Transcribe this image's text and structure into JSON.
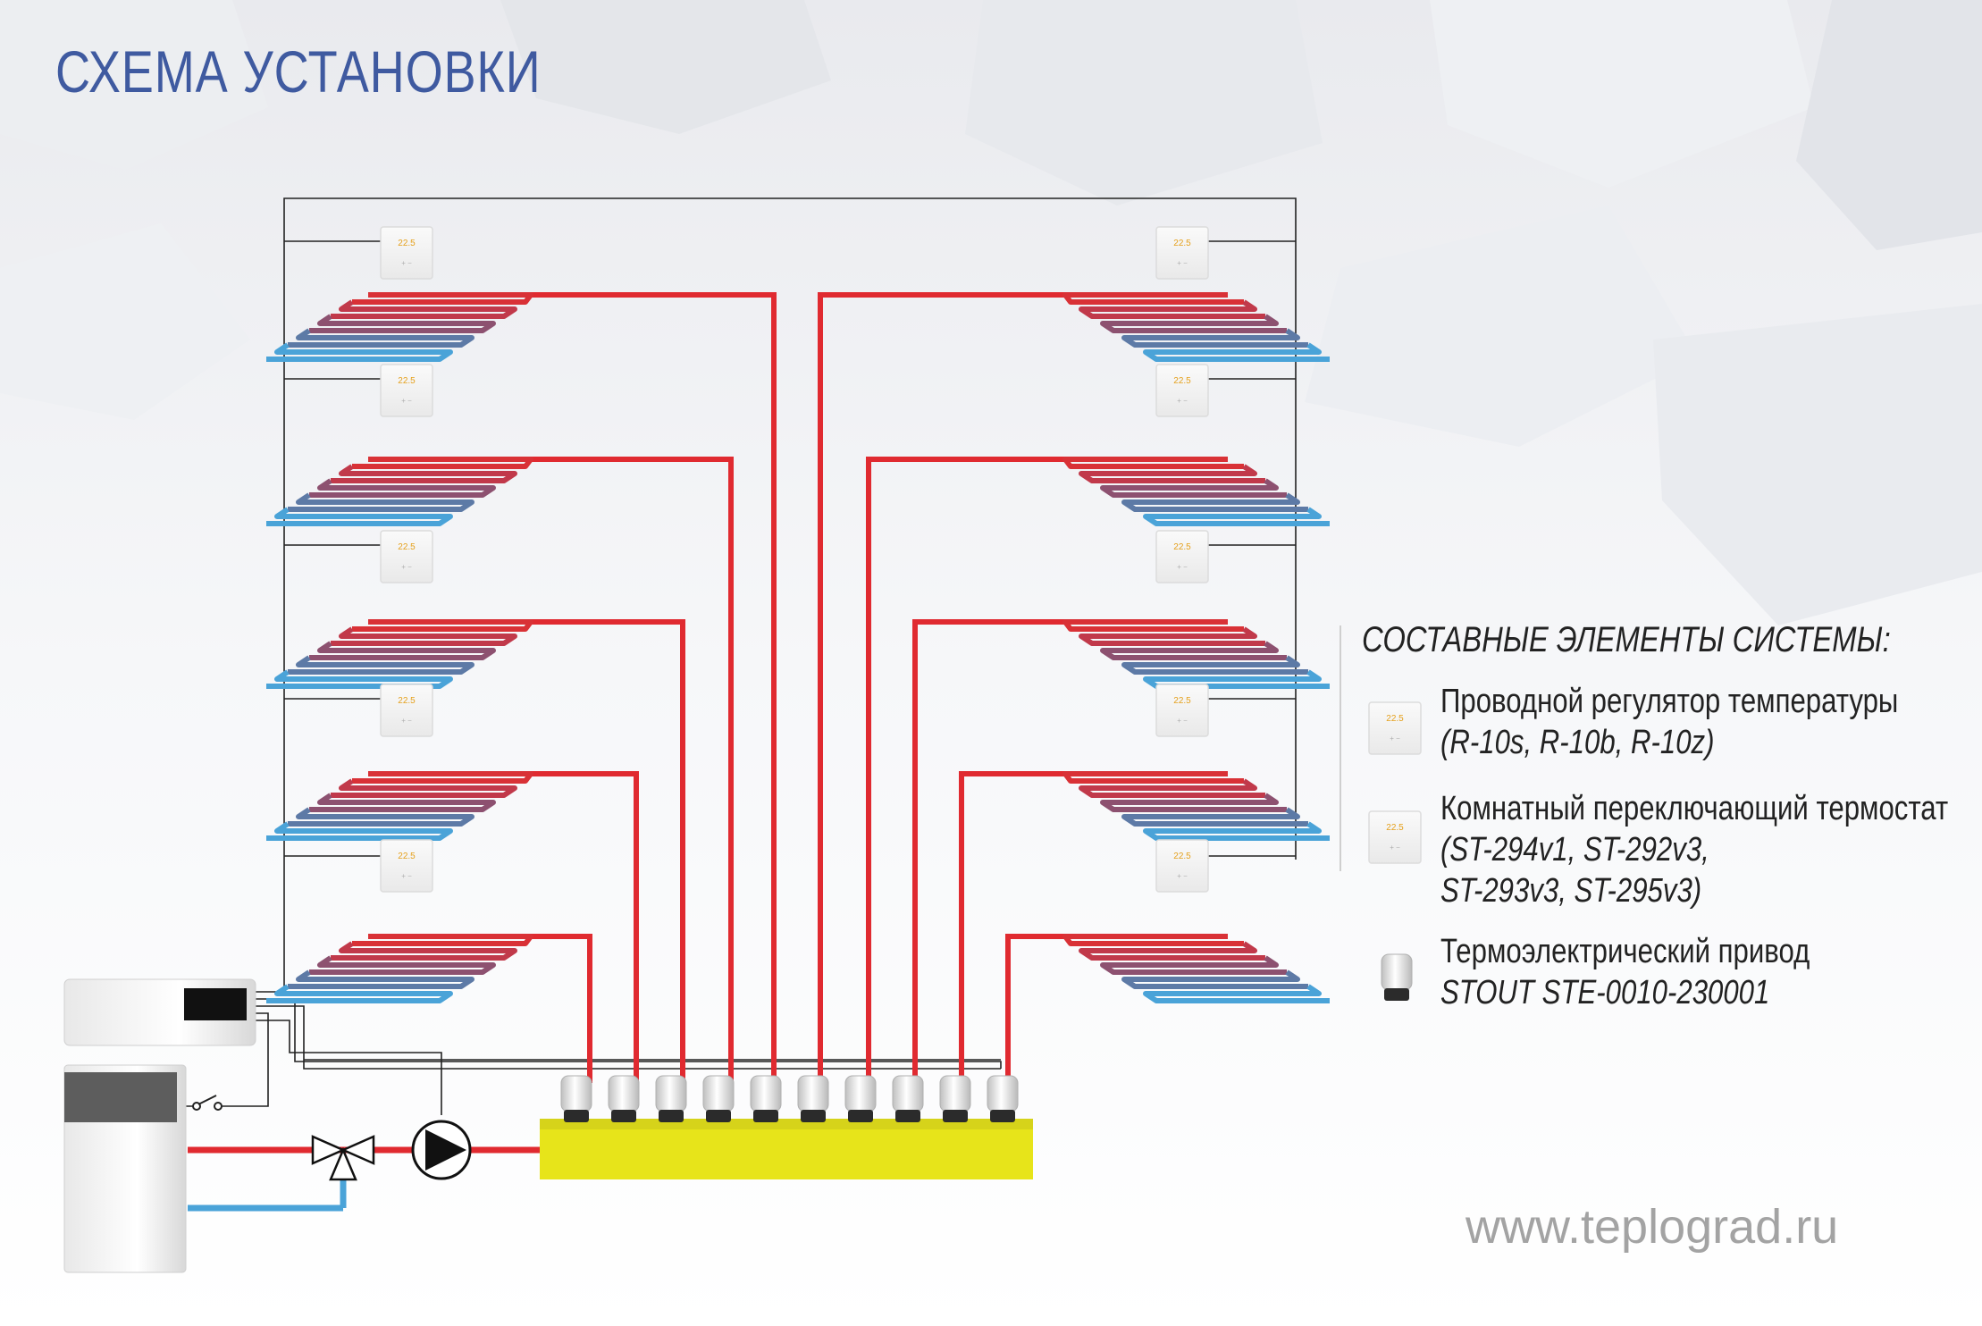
{
  "title": "СХЕМА УСТАНОВКИ",
  "thermostat_display": "22.5",
  "thermostat_buttons": "+ −",
  "legend": {
    "heading": "СОСТАВНЫЕ ЭЛЕМЕНТЫ СИСТЕМЫ:",
    "items": [
      {
        "icon": "wired-regulator-icon",
        "lines": [
          "Проводной регулятор температуры",
          "(R-10s, R-10b, R-10z)"
        ]
      },
      {
        "icon": "room-thermostat-icon",
        "lines": [
          "Комнатный переключающий термостат",
          "(ST-294v1, ST-292v3,",
          "ST-293v3, ST-295v3)"
        ]
      },
      {
        "icon": "thermo-actuator-icon",
        "lines": [
          "Термоэлектрический привод",
          "STOUT STE-0010-230001"
        ]
      }
    ]
  },
  "website": "www.teplograd.ru",
  "colors": {
    "supply": "#e02a30",
    "return": "#4aa3d8",
    "manifold": "#e7e41a",
    "title": "#3f5aa0",
    "wire": "#222222"
  }
}
